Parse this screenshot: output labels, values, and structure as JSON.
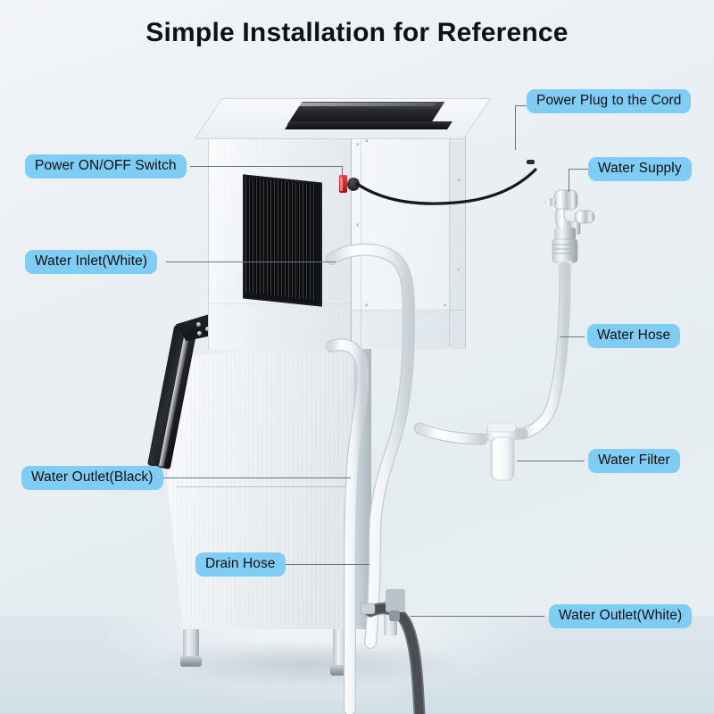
{
  "page": {
    "title": "Simple Installation for Reference",
    "domain_subject": "commercial ice maker installation diagram"
  },
  "colors": {
    "badge_fill": "#7fcdf4",
    "badge_text": "#0e0e0e",
    "leader_line": "#6c757c",
    "background_top": "#f2f5f7",
    "background_floor": "#d9e3e9",
    "title_text": "#111111",
    "switch_red": "#d8252a",
    "vent_black": "#111316",
    "hose_white": "#f4f6f7",
    "drain_hose_gray": "#4b4f53",
    "steel_light": "#f4f7f9",
    "steel_dark": "#dde4e9"
  },
  "labels": [
    {
      "id": "power-plug-to-the-cord",
      "text": "Power Plug to the Cord",
      "side": "right"
    },
    {
      "id": "water-supply",
      "text": "Water Supply",
      "side": "right"
    },
    {
      "id": "water-hose",
      "text": "Water Hose",
      "side": "right"
    },
    {
      "id": "water-filter",
      "text": "Water Filter",
      "side": "right"
    },
    {
      "id": "water-outlet-white",
      "text": "Water Outlet(White)",
      "side": "right"
    },
    {
      "id": "power-on-off-switch",
      "text": "Power ON/OFF Switch",
      "side": "left"
    },
    {
      "id": "water-inlet-white",
      "text": "Water Inlet(White)",
      "side": "left"
    },
    {
      "id": "water-outlet-black",
      "text": "Water Outlet(Black)",
      "side": "left"
    },
    {
      "id": "drain-hose",
      "text": "Drain Hose",
      "side": "left"
    }
  ],
  "parts": {
    "machine": "stainless-steel-ice-maker",
    "vent": "front-condenser-vent-grille",
    "handle": "bin-door-handle",
    "legs": "adjustable-chrome-legs",
    "faucet": "chrome-wall-faucet",
    "filter": "inline-water-filter",
    "socket": "wall-power-socket",
    "plug": "power-plug",
    "switch": "red-power-switch",
    "drain": "corrugated-drain-hose"
  }
}
